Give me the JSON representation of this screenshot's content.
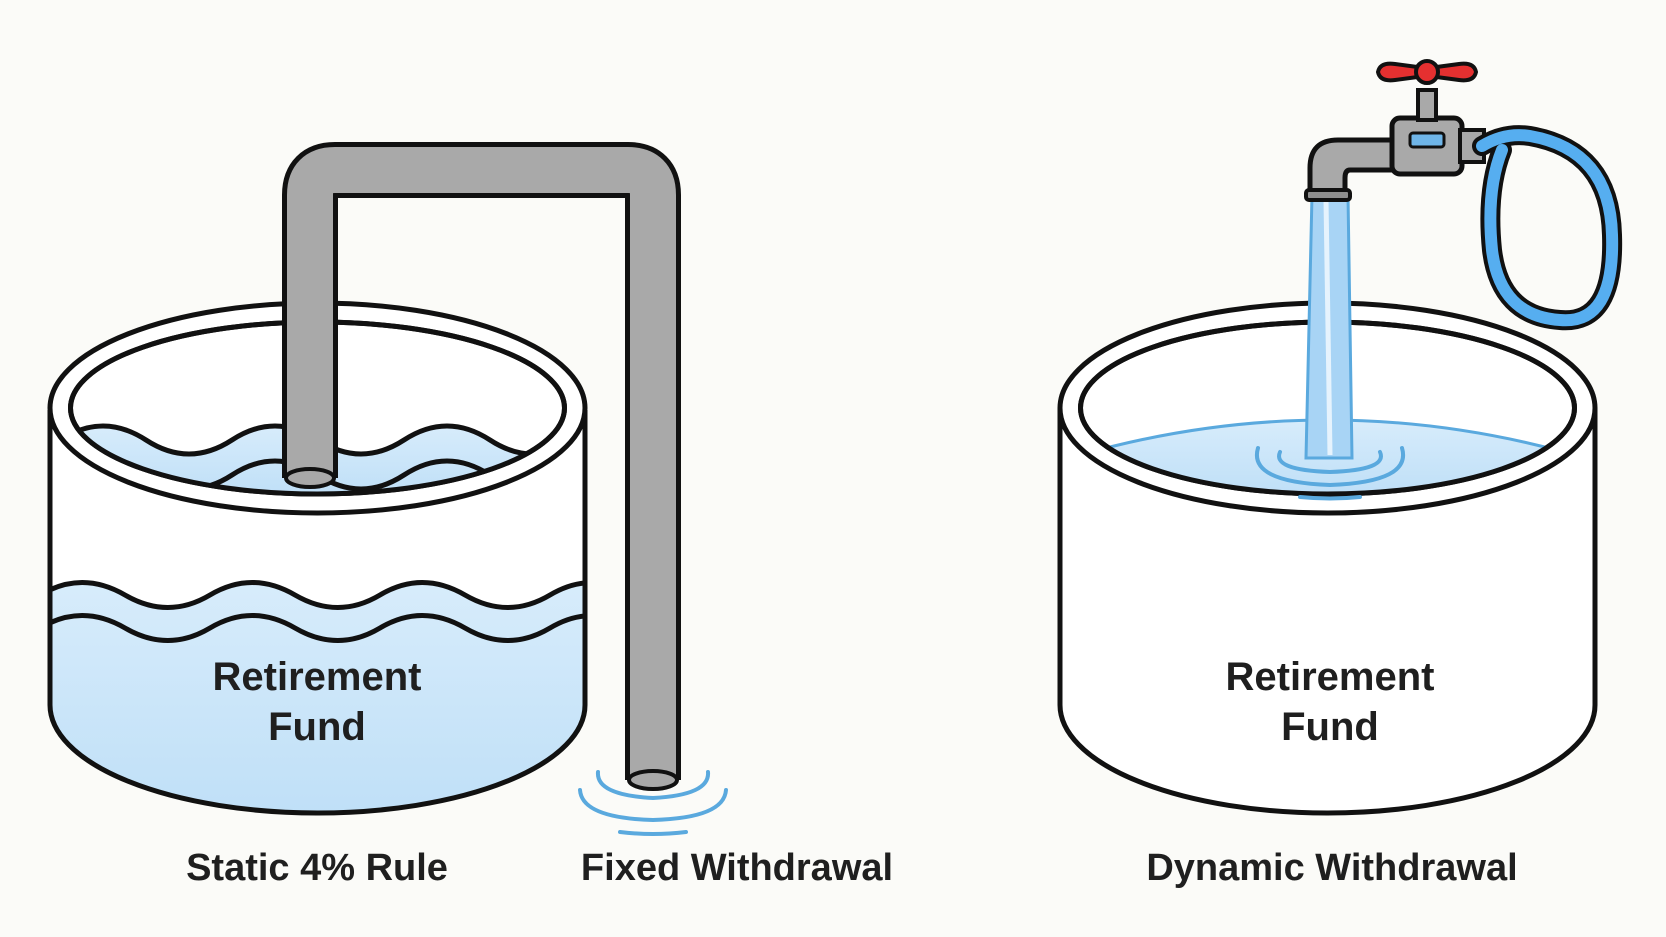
{
  "left_panel": {
    "tank_label_line1": "Retirement",
    "tank_label_line2": "Fund",
    "caption_rule": "Static 4% Rule",
    "caption_withdrawal": "Fixed Withdrawal"
  },
  "right_panel": {
    "tank_label_line1": "Retirement",
    "tank_label_line2": "Fund",
    "caption_withdrawal": "Dynamic Withdrawal"
  },
  "colors": {
    "water": "#bfe0f7",
    "water_line": "#5aa9de",
    "pipe": "#a9a9a9",
    "outline": "#111111",
    "valve_handle": "#e53030",
    "hose": "#56aef0"
  }
}
